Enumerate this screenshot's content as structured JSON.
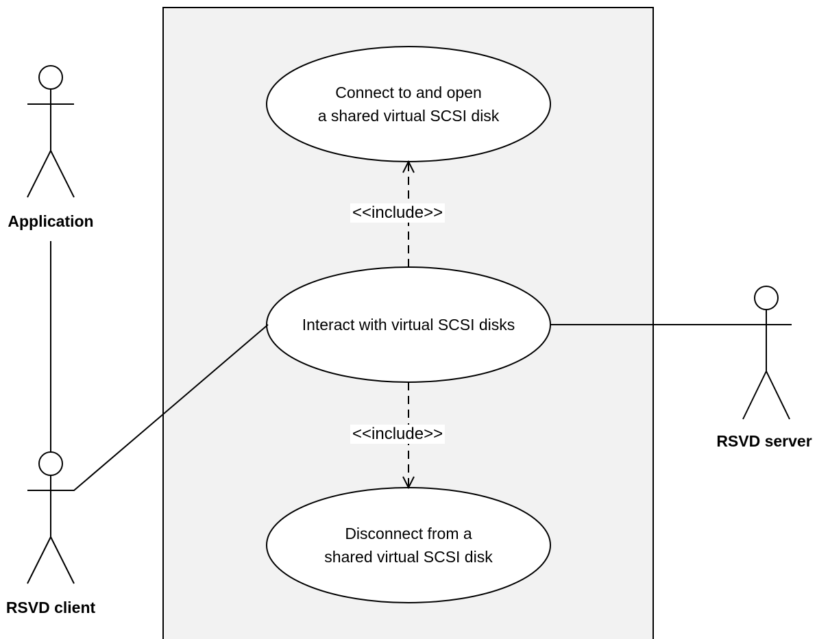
{
  "actors": {
    "application": {
      "label": "Application"
    },
    "rsvd_client": {
      "label": "RSVD client"
    },
    "rsvd_server": {
      "label": "RSVD server"
    }
  },
  "use_cases": {
    "connect": {
      "line1": "Connect to and open",
      "line2": "a shared virtual SCSI disk"
    },
    "interact": {
      "line1": "Interact with virtual SCSI disks"
    },
    "disconnect": {
      "line1": "Disconnect from a",
      "line2": "shared virtual SCSI disk"
    }
  },
  "relations": {
    "include_top": {
      "label": "<<include>>"
    },
    "include_bottom": {
      "label": "<<include>>"
    }
  },
  "colors": {
    "system_boundary_fill": "#f2f2f2",
    "stroke": "#000000",
    "usecase_fill": "#ffffff"
  }
}
